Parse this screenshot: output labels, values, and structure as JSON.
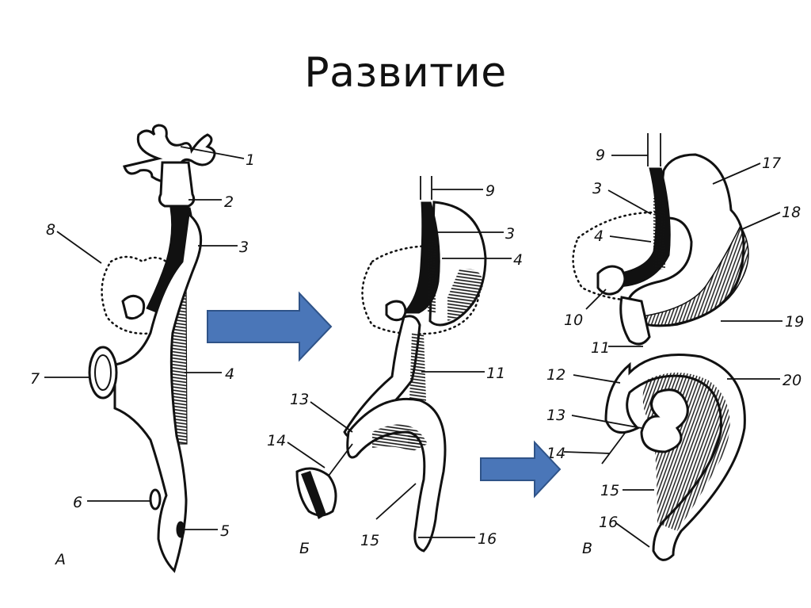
{
  "title": "Развитие",
  "panels": [
    {
      "letter": "А",
      "labels": [
        "1",
        "2",
        "3",
        "4",
        "5",
        "6",
        "7",
        "8"
      ]
    },
    {
      "letter": "Б",
      "labels": [
        "9",
        "3",
        "4",
        "11",
        "13",
        "14",
        "15",
        "16"
      ]
    },
    {
      "letter": "В",
      "labels": [
        "9",
        "17",
        "3",
        "18",
        "4",
        "10",
        "19",
        "11",
        "12",
        "20",
        "13",
        "14",
        "15",
        "16"
      ]
    }
  ],
  "arrows": [
    {
      "from": "А",
      "to": "Б",
      "color": "#4a76b8",
      "border": "#2f5388"
    },
    {
      "from": "Б",
      "to": "В",
      "color": "#4a76b8",
      "border": "#2f5388"
    }
  ]
}
